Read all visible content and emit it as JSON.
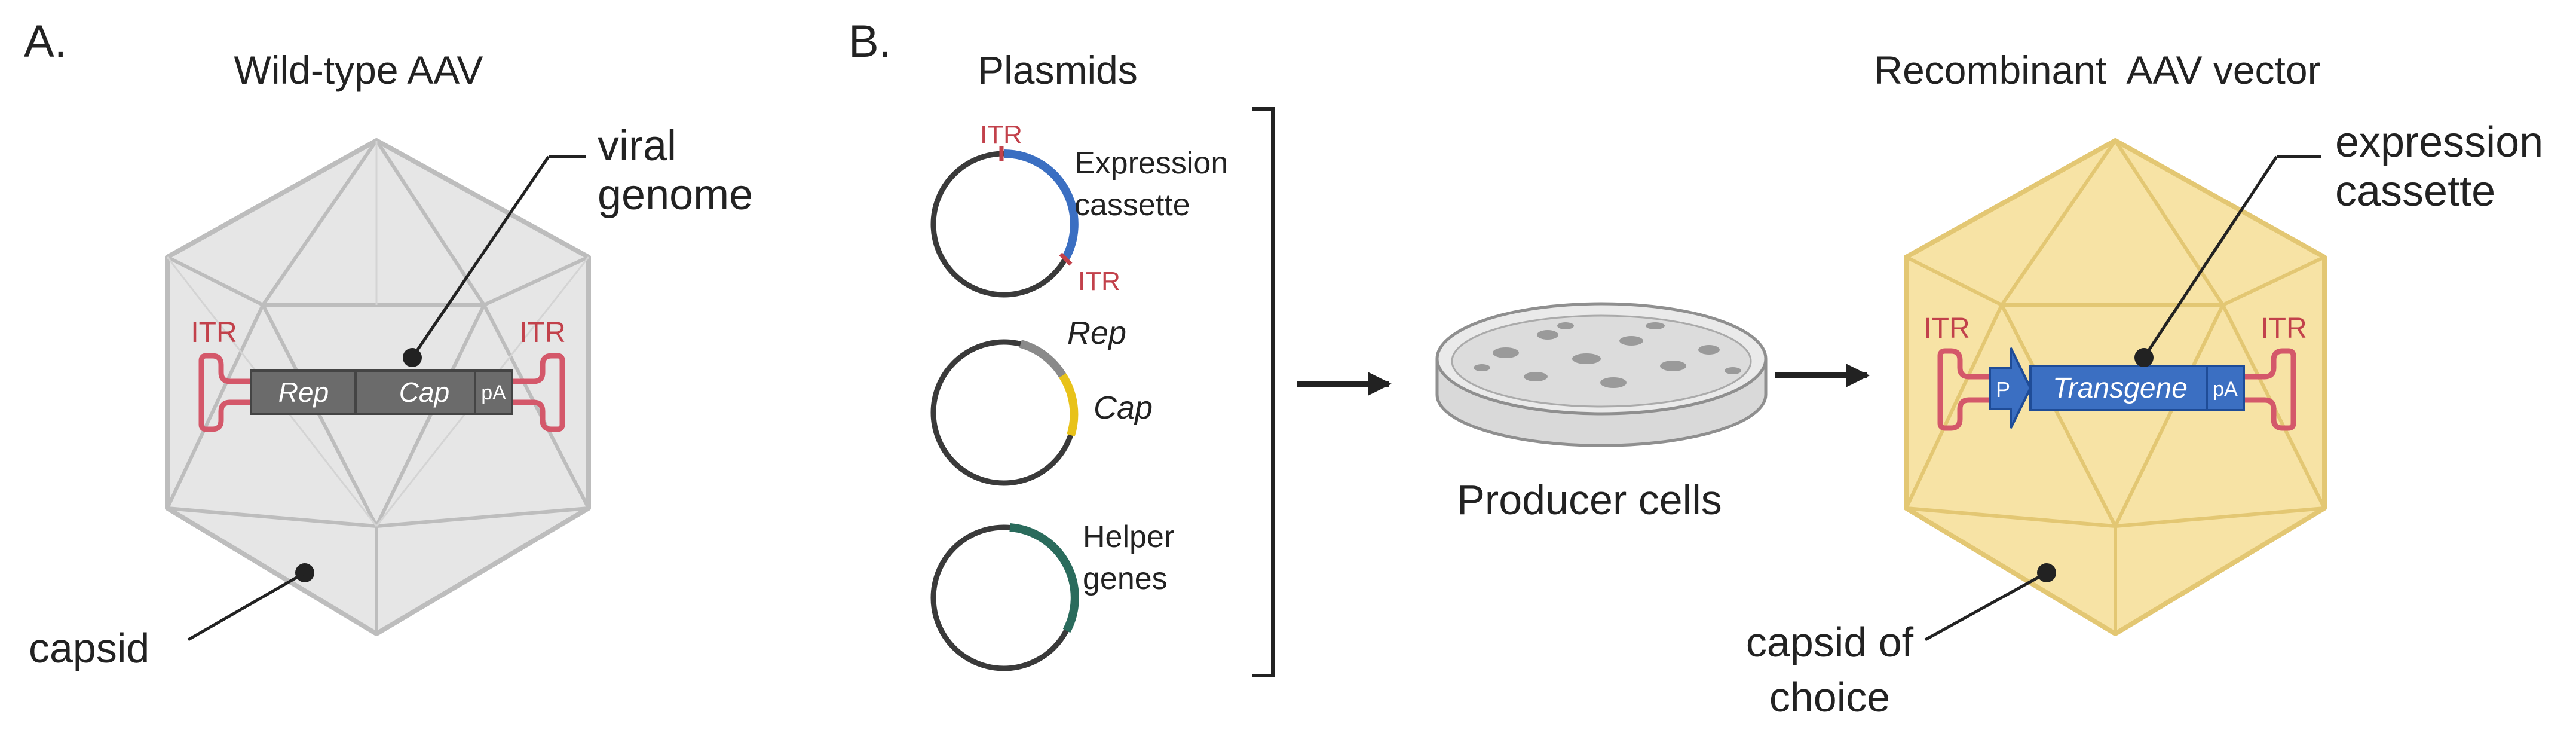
{
  "panel_a": {
    "letter": "A.",
    "title": "Wild-type AAV",
    "genome_label_1": "viral",
    "genome_label_2": "genome",
    "itr_left": "ITR",
    "itr_right": "ITR",
    "segments": [
      "Rep",
      "Cap",
      "pA"
    ],
    "capsid_label": "capsid"
  },
  "panel_b": {
    "letter": "B.",
    "plasmids_title": "Plasmids",
    "plasmid1": {
      "itr_top": "ITR",
      "itr_bottom": "ITR",
      "label_1": "Expression",
      "label_2": "cassette"
    },
    "plasmid2": {
      "rep": "Rep",
      "cap": "Cap"
    },
    "plasmid3": {
      "label_1": "Helper",
      "label_2": "genes"
    },
    "producer_label": "Producer cells",
    "vector_title": "Recombinant  AAV vector",
    "cassette_label_1": "expression",
    "cassette_label_2": "cassette",
    "itr_left": "ITR",
    "itr_right": "ITR",
    "segments": [
      "P",
      "Transgene",
      "pA"
    ],
    "capsid_label_1": "capsid of",
    "capsid_label_2": "choice"
  },
  "colors": {
    "capsid_grey": "#e6e6e6",
    "capsid_yellow": "#f7e3a5",
    "itr_red": "#c2414b",
    "cassette_blue": "#3b6fc2",
    "rep_grey": "#8a8a8a",
    "cap_yellow": "#e8c21a",
    "helper_green": "#2a6b5c"
  }
}
